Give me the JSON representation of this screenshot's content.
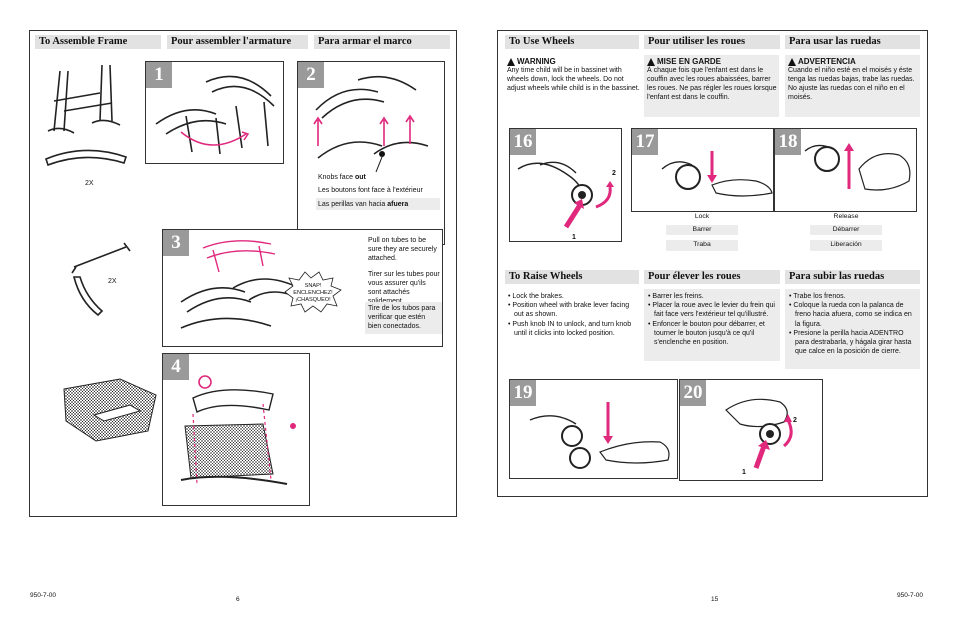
{
  "left_page": {
    "headers": [
      "To Assemble Frame",
      "Pour assembler l'armature",
      "Para armar el marco"
    ],
    "qty_top": "2X",
    "qty_mid": "2X",
    "step_numbers": [
      "1",
      "2",
      "3",
      "4"
    ],
    "knobs_en_pre": "Knobs face ",
    "knobs_en_bold": "out",
    "knobs_fr": "Les boutons font face à l'extérieur",
    "knobs_es_pre": "Las perillas van hacia ",
    "knobs_es_bold": "afuera",
    "snap_line1": "SNAP!",
    "snap_line2": "ENCLENCHEZ!",
    "snap_line3": "¡CHASQUEO!",
    "pull_en": "Pull on tubes to be sure they are securely attached.",
    "pull_fr": "Tirer sur les tubes pour vous assurer qu'ils sont attachés solidement.",
    "pull_es": "Tire de los tubos para verificar que estén bien conectados.",
    "footer_code": "950-7-00",
    "page_number": "6"
  },
  "right_page": {
    "use_headers": [
      "To Use Wheels",
      "Pour utiliser les roues",
      "Para usar las ruedas"
    ],
    "warnings": [
      {
        "title": "WARNING",
        "text": "Any time child will be in bassinet with wheels down, lock the wheels. Do not adjust wheels while child is in the bassinet."
      },
      {
        "title": "MISE EN GARDE",
        "text": "À chaque fois que l'enfant est dans le couffin avec les roues abaissées, barrer les roues. Ne pas régler les roues lorsque l'enfant est dans le couffin."
      },
      {
        "title": "ADVERTENCIA",
        "text": "Cuando el niño esté en el moisés y éste tenga las ruedas bajas, trabe las ruedas. No ajuste las ruedas con el niño en el moisés."
      }
    ],
    "step_numbers": [
      "16",
      "17",
      "18",
      "19",
      "20"
    ],
    "arrow_label_1": "1",
    "arrow_label_2": "2",
    "lock_labels": [
      "Lock",
      "Barrer",
      "Traba"
    ],
    "release_labels": [
      "Release",
      "Débarrer",
      "Liberación"
    ],
    "raise_headers": [
      "To Raise Wheels",
      "Pour élever les roues",
      "Para subir las ruedas"
    ],
    "raise_en": [
      "Lock the brakes.",
      "Position wheel with brake lever facing out as shown.",
      "Push knob IN to unlock, and turn knob until it clicks into locked position."
    ],
    "raise_fr": [
      "Barrer les freins.",
      "Placer la roue avec le levier du frein qui fait face vers l'extérieur tel qu'illustré.",
      "Enfoncer le bouton pour débarrer, et tourner le bouton jusqu'à ce qu'il s'enclenche en position."
    ],
    "raise_es": [
      "Trabe los frenos.",
      "Coloque la rueda con la palanca de freno hacia afuera, como se indica en la figura.",
      "Presione la perilla hacia ADENTRO para destrabarla, y hágala girar hasta que calce en la posición de cierre."
    ],
    "page_number": "15",
    "footer_code": "950-7-00"
  },
  "colors": {
    "accent": "#e0287d",
    "header_bg": "#e2e2e2",
    "step_badge": "#9a9a9a"
  }
}
